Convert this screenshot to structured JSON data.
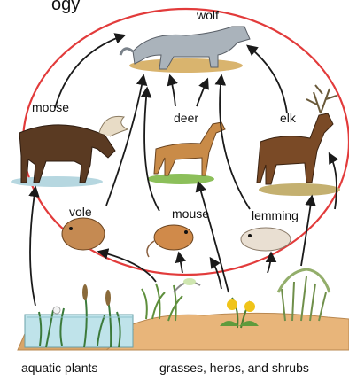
{
  "heading_fragment": "ogy",
  "labels": {
    "wolf": "wolf",
    "moose": "moose",
    "deer": "deer",
    "elk": "elk",
    "vole": "vole",
    "mouse": "mouse",
    "lemming": "lemming",
    "aquatic_plants": "aquatic plants",
    "grasses": "grasses, herbs, and shrubs"
  },
  "colors": {
    "ellipse": "#e23b3b",
    "arrow": "#1a1a1a",
    "soil": "#e8b57a",
    "water": "#bfe3ea"
  },
  "icons": [
    "wolf-icon",
    "moose-icon",
    "deer-icon",
    "elk-icon",
    "vole-icon",
    "mouse-icon",
    "lemming-icon",
    "aquatic-plants-icon",
    "grass-icon",
    "dandelion-icon",
    "shrub-icon"
  ]
}
